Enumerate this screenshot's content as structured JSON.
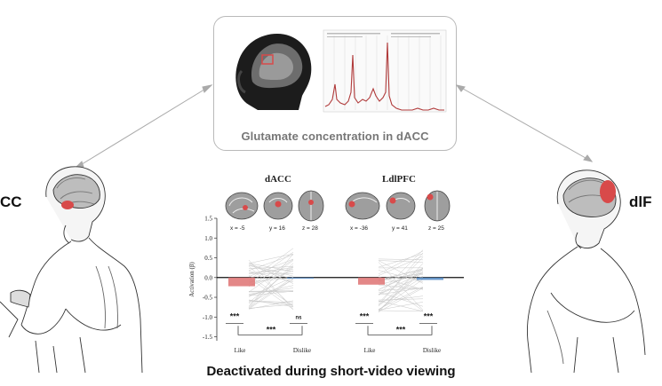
{
  "top_panel": {
    "caption": "Glutamate concentration in dACC"
  },
  "side_labels": {
    "left": "CC",
    "right": "dlF"
  },
  "regions": {
    "dacc": {
      "title": "dACC",
      "coords": [
        "x = -5",
        "y = 16",
        "z = 28"
      ]
    },
    "ldlpfc": {
      "title": "LdlPFC",
      "coords": [
        "x = -36",
        "y = 41",
        "z = 25"
      ]
    }
  },
  "bottom_caption": "Deactivated during short-video viewing",
  "colors": {
    "like": "#e07a7a",
    "dislike": "#5b8fc7",
    "brain_highlight": "#d84a4a",
    "spectrum": "#b03a3a"
  },
  "chart_data": {
    "type": "bar",
    "ylabel": "Activation (β)",
    "ylim": [
      -1.6,
      1.5
    ],
    "yticks": [
      "1.5",
      "1.0",
      "0.5",
      "0.0",
      "-0.5",
      "-1.0",
      "-1.5"
    ],
    "ytick_values": [
      1.5,
      1.0,
      0.5,
      0.0,
      -0.5,
      -1.0,
      -1.5
    ],
    "categories": [
      "Like",
      "Dislike"
    ],
    "groups": [
      {
        "region": "dACC",
        "values": [
          -0.22,
          -0.02
        ],
        "sig_like": "***",
        "sig_dislike": "ns",
        "sig_between": "***"
      },
      {
        "region": "LdlPFC",
        "values": [
          -0.18,
          -0.06
        ],
        "sig_like": "***",
        "sig_dislike": "***",
        "sig_between": "***"
      }
    ]
  }
}
